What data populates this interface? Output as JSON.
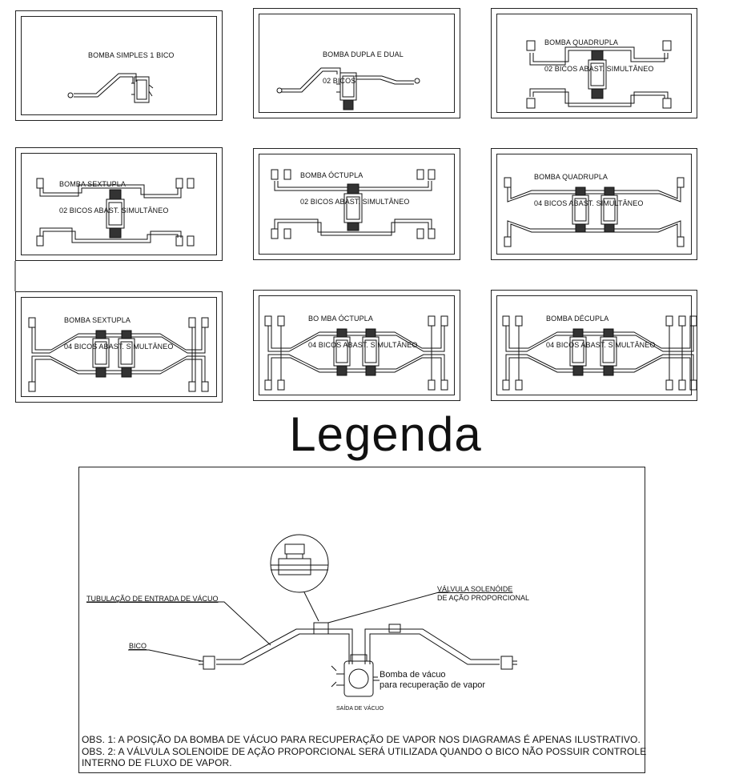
{
  "panels": [
    {
      "lines": [
        "BOMBA SIMPLES 1 BICO"
      ]
    },
    {
      "lines": [
        "BOMBA DUPLA E DUAL",
        "02 BICOS"
      ]
    },
    {
      "lines": [
        "BOMBA QUADRUPLA",
        "02 BICOS ABAST. SIMULTÂNEO"
      ]
    },
    {
      "lines": [
        "BOMBA SEXTUPLA",
        "02 BICOS ABAST. SIMULTÂNEO"
      ]
    },
    {
      "lines": [
        "BOMBA ÓCTUPLA",
        "02 BICOS ABAST. SIMULTÂNEO"
      ]
    },
    {
      "lines": [
        "BOMBA QUADRUPLA",
        "04 BICOS ABAST. SIMULTÂNEO"
      ]
    },
    {
      "lines": [
        "BOMBA SEXTUPLA",
        "04 BICOS ABAST. SIMULTÂNEO"
      ]
    },
    {
      "lines": [
        "BO MBA ÓCTUPLA",
        "04 BICOS ABAST. SIMULTÂNEO"
      ]
    },
    {
      "lines": [
        "BOMBA DÉCUPLA",
        "04 BICOS ABAST. SIMULTÂNEO"
      ]
    }
  ],
  "legend": {
    "title": "Legenda",
    "tubulacao": "TUBULAÇÃO DE ENTRADA DE VÁCUO",
    "bico": "BICO",
    "valvula_line1": "VÁLVULA SOLENÓIDE",
    "valvula_line2": "DE AÇÃO PROPORCIONAL",
    "bomba_line1": "Bomba de vácuo",
    "bomba_line2": "para recuperação de vapor",
    "saida": "SAÍDA DE VÁCUO",
    "obs1": "OBS. 1: A POSIÇÃO DA BOMBA DE VÁCUO PARA RECUPERAÇÃO DE VAPOR NOS DIAGRAMAS É APENAS ILUSTRATIVO.",
    "obs2": "OBS. 2: A VÁLVULA SOLENOIDE DE AÇÃO PROPORCIONAL SERÁ UTILIZADA QUANDO O BICO NÃO POSSUIR CONTROLE",
    "obs3": "INTERNO DE FLUXO DE VAPOR."
  }
}
